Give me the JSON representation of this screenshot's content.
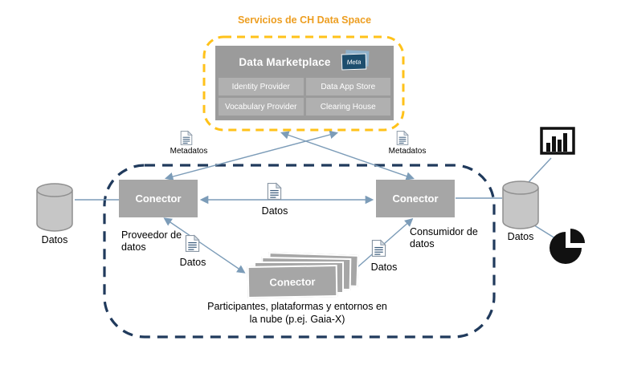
{
  "title": "Servicios de CH Data Space",
  "marketplace": {
    "header": "Data Marketplace",
    "badge": "Meta",
    "cells": [
      "Identity Provider",
      "Data App Store",
      "Vocabulary Provider",
      "Clearing House"
    ]
  },
  "connectors": {
    "provider": "Conector",
    "consumer": "Conector",
    "cloud": "Conector"
  },
  "roles": {
    "provider": "Proveedor de datos",
    "consumer": "Consumidor de datos"
  },
  "caption": "Participantes, plataformas y entornos en la nube (p.ej. Gaia-X)",
  "flows": {
    "metadata_left": "Metadatos",
    "metadata_right": "Metadatos",
    "data_center": "Datos",
    "data_provider": "Datos",
    "data_consumer": "Datos"
  },
  "databases": {
    "left": "Datos",
    "right": "Datos"
  },
  "colors": {
    "accent_yellow": "#FFC21A",
    "title_orange": "#ED9E21",
    "navy": "#203A5C",
    "box_gray": "#A6A6A6",
    "box_gray_dark": "#9B9B9B",
    "cell_gray": "#B0B0B0",
    "arrow_blue": "#7C9CB8",
    "badge_navy": "#1D4E6E",
    "badge_back_blue": "#8FB2CC",
    "cylinder_gray": "#C6C6C6",
    "cylinder_stroke": "#8F8F8F",
    "icon_black": "#111111"
  }
}
